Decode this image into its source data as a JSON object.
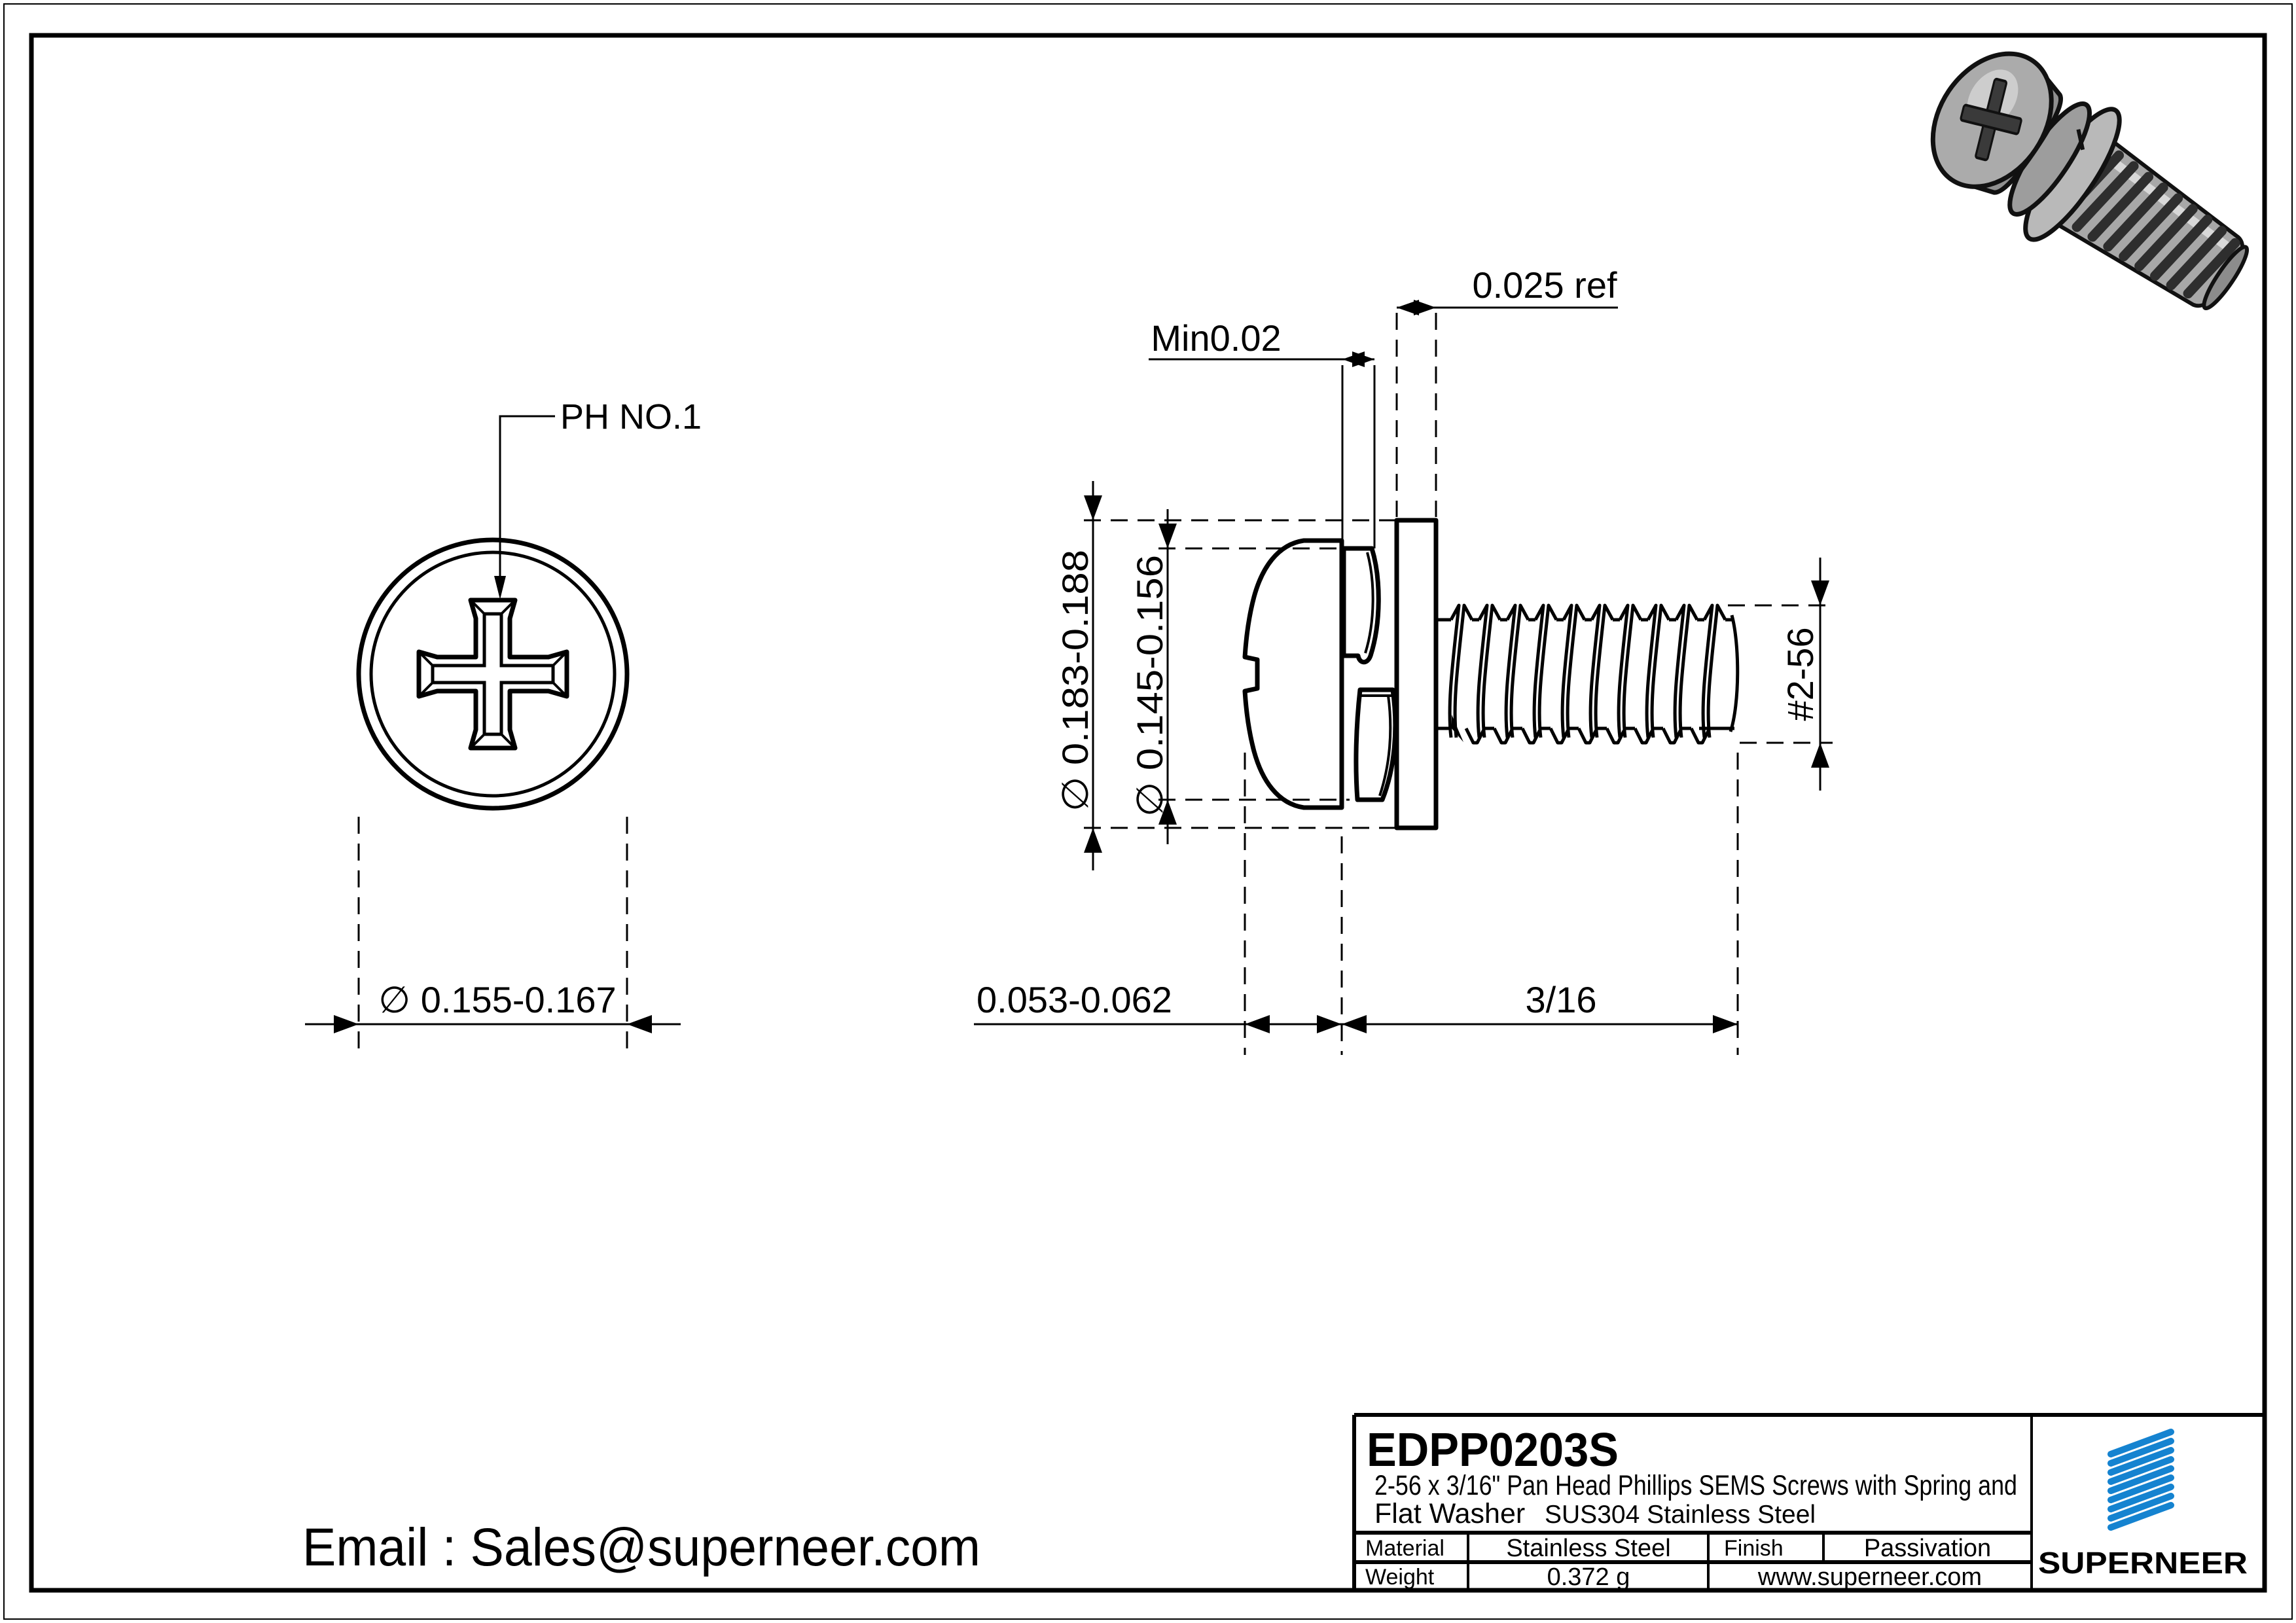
{
  "page": {
    "background": "#ffffff",
    "ink": "#000000",
    "accent_blue": "#1583d0"
  },
  "front_view": {
    "drive_label": "PH NO.1",
    "head_diameter": "∅ 0.155-0.167"
  },
  "side_view": {
    "flat_washer_thickness": "0.025 ref",
    "spring_washer_min_thickness": "Min0.02",
    "flat_washer_od": "∅ 0.183-0.188",
    "spring_washer_od": "∅ 0.145-0.156",
    "thread_size": "#2-56",
    "head_height": "0.053-0.062",
    "thread_length": "3/16"
  },
  "contact": {
    "email": "Email : Sales@superneer.com"
  },
  "title_block": {
    "part_number": "EDPP0203S",
    "description_line1": "2-56 x 3/16\" Pan Head Phillips SEMS Screws with Spring and",
    "description_line2": "Flat Washer",
    "description_line2_spec": "SUS304 Stainless Steel",
    "material_label": "Material",
    "material_value": "Stainless Steel",
    "finish_label": "Finish",
    "finish_value": "Passivation",
    "weight_label": "Weight",
    "weight_value": "0.372 g",
    "website": "www.superneer.com",
    "brand": "SUPERNEER"
  }
}
